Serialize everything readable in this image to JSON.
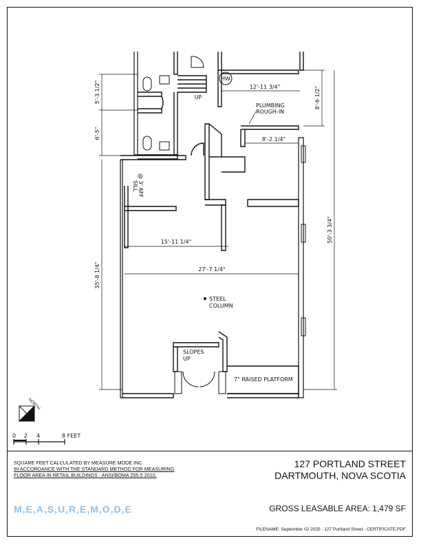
{
  "plan": {
    "dimensions": {
      "d_5_3": "5'-3 1/2\"",
      "d_6_5": "6'-5\"",
      "d_35_8": "35'-8 1/4\"",
      "d_12_11": "12'-11 3/4\"",
      "d_8_6": "8'-6 1/2\"",
      "d_8_2": "8'-2 1/4\"",
      "d_50_3": "50'-3 3/4\"",
      "d_15_11": "15'-11 1/4\"",
      "d_27_7": "27'-7 1/4\""
    },
    "labels": {
      "hw": "HW",
      "up": "UP",
      "plumbing_1": "PLUMBING",
      "plumbing_2": "ROUGH-IN",
      "sill_1": "SILL",
      "sill_2": "@ 3' AFF",
      "steel_1": "STEEL",
      "steel_2": "COLUMN",
      "slopes_1": "SLOPES",
      "slopes_2": "UP",
      "platform": "7\" RAISED PLATFORM"
    },
    "north": "NORTH",
    "scale": {
      "ticks": [
        "0",
        "2",
        "4",
        "8 FEET"
      ]
    }
  },
  "title_block": {
    "note_lines": [
      "SQUARE FEET CALCULATED BY MEASURE MODE INC.",
      "IN ACCORDANCE WITH THE STANDARD METHOD FOR MEASURING",
      "FLOOR AREA IN RETAIL BUILDINGS - ANSI/BOMA Z65.5 2010."
    ],
    "address_line1": "127 PORTLAND STREET",
    "address_line2": "DARTMOUTH, NOVA SCOTIA",
    "logo": "M,E,A,S,U,R,E,M,O,D,E",
    "gla": "GROSS LEASABLE AREA: 1,479 SF",
    "filename": "FILENAME: September 02 2025 - 127 Portland Street - CERTIFICATE.PDF"
  }
}
